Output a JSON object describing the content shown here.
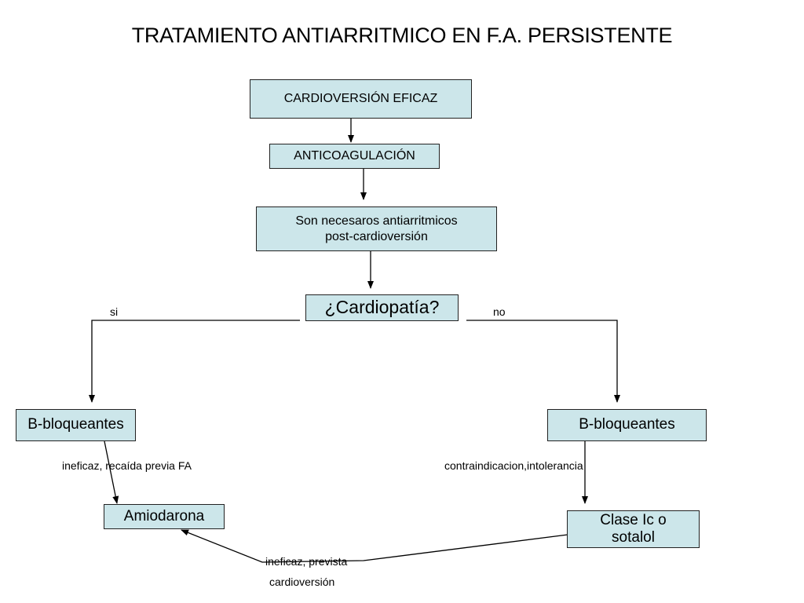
{
  "title": "TRATAMIENTO ANTIARRITMICO EN F.A. PERSISTENTE",
  "nodes": {
    "cardioversion": "CARDIOVERSIÓN EFICAZ",
    "anticoagulacion": "ANTICOAGULACIÓN",
    "antiarritmicos_line1": "Son necesaros antiarritmicos",
    "antiarritmicos_line2": "post-cardioversión",
    "cardiopatia": "¿Cardiopatía?",
    "bbloq_left": "B-bloqueantes",
    "bbloq_right": "B-bloqueantes",
    "amiodarona": "Amiodarona",
    "clase_line1": "Clase Ic o",
    "clase_line2": "sotalol"
  },
  "labels": {
    "si": "si",
    "no": "no",
    "ineficaz_left": "ineficaz, recaída previa FA",
    "contraindicacion": "contraindicacion,intolerancia",
    "ineficaz_bottom_line1": "ineficaz, prevista",
    "ineficaz_bottom_line2": "cardioversión"
  }
}
